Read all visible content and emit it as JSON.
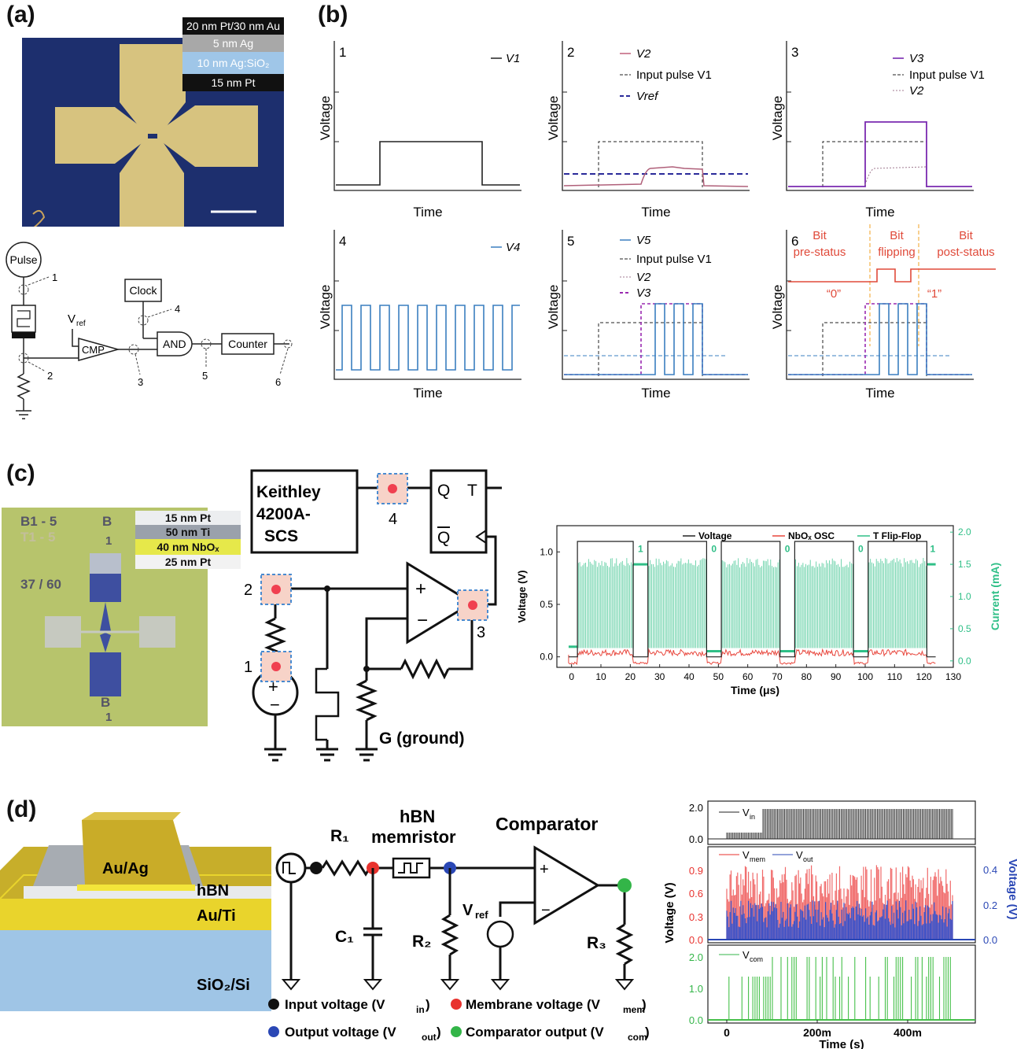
{
  "panels": {
    "a": "(a)",
    "b": "(b)",
    "c": "(c)",
    "d": "(d)"
  },
  "a": {
    "stack": [
      "20 nm Pt/30 nm Au",
      "5 nm Ag",
      "10 nm Ag:SiO₂",
      "15 nm Pt"
    ],
    "circuit": {
      "pulse": "Pulse",
      "vref": "V",
      "vref_sub": "ref",
      "cmp": "CMP",
      "clock": "Clock",
      "and": "AND",
      "counter": "Counter",
      "nodes": [
        "1",
        "2",
        "3",
        "4",
        "5",
        "6"
      ]
    }
  },
  "b": {
    "xlabel": "Time",
    "ylabel": "Voltage",
    "plots": [
      {
        "num": "1",
        "legend": [
          "V1"
        ]
      },
      {
        "num": "2",
        "legend": [
          "V2",
          "Input pulse V1",
          "Vref"
        ]
      },
      {
        "num": "3",
        "legend": [
          "V3",
          "Input pulse V1",
          "V2"
        ]
      },
      {
        "num": "4",
        "legend": [
          "V4"
        ]
      },
      {
        "num": "5",
        "legend": [
          "V5",
          "Input pulse V1",
          "V2",
          "V3"
        ]
      },
      {
        "num": "6",
        "annotations": [
          "Bit",
          "pre-status",
          "Bit",
          "flipping",
          "Bit",
          "post-status",
          "“0”",
          "“1”"
        ]
      }
    ]
  },
  "c": {
    "chip_labels": [
      "B1 - 5",
      "T1 - 5",
      "37 / 60",
      "B",
      "1",
      "B",
      "1"
    ],
    "stack": [
      "15 nm Pt",
      "50 nm Ti",
      "40 nm NbOₓ",
      "25 nm Pt"
    ],
    "keithley": [
      "Keithley",
      "4200A-",
      "SCS"
    ],
    "circuit_nodes": [
      "1",
      "2",
      "3",
      "4"
    ],
    "ff": {
      "q": "Q",
      "t": "T",
      "qbar": "Q"
    },
    "ground": "G (ground)",
    "plus": "+",
    "minus": "−"
  },
  "chart_data": [
    {
      "type": "line",
      "title": "",
      "xlabel": "Time (μs)",
      "ylabel": "Voltage (V)",
      "y2label": "Current (mA)",
      "xlim": [
        -5,
        130
      ],
      "ylim": [
        -0.1,
        1.25
      ],
      "y2lim": [
        -0.1,
        2.1
      ],
      "x_ticks": [
        0,
        10,
        20,
        30,
        40,
        50,
        60,
        70,
        80,
        90,
        100,
        110,
        120,
        130
      ],
      "y_ticks": [
        0.0,
        0.5,
        1.0
      ],
      "y2_ticks": [
        0.0,
        0.5,
        1.0,
        1.5,
        2.0
      ],
      "series": [
        {
          "name": "Voltage",
          "color": "#222222",
          "pulses": [
            [
              2,
              21
            ],
            [
              26,
              46
            ],
            [
              51,
              71
            ],
            [
              76,
              96
            ],
            [
              101,
              121
            ]
          ],
          "high": 1.1,
          "low": 0.0
        },
        {
          "name": "NbOₓ OSC",
          "color": "#e8463c"
        },
        {
          "name": "T Flip-Flop",
          "color": "#2fbf87"
        }
      ],
      "state_labels": [
        {
          "x": 23.5,
          "text": "1"
        },
        {
          "x": 48.5,
          "text": "0"
        },
        {
          "x": 73.5,
          "text": "0"
        },
        {
          "x": 98.5,
          "text": "0"
        },
        {
          "x": 123,
          "text": "1"
        }
      ],
      "legend": "top"
    },
    {
      "type": "line",
      "title": "",
      "xlabel": "Time (s)",
      "ylabel": "Voltage (V)",
      "y2label": "Voltage (V)",
      "x_ticks": [
        "0",
        "200m",
        "400m"
      ],
      "panels": [
        {
          "name": "Vin",
          "y_ticks": [
            "0.0",
            "2.0"
          ]
        },
        {
          "name": "Vmem / Vout",
          "y_ticks": [
            "0.0",
            "0.3",
            "0.6",
            "0.9"
          ],
          "y2_ticks": [
            "0.0",
            "0.2",
            "0.4"
          ],
          "series": [
            "Vmem",
            "Vout"
          ]
        },
        {
          "name": "Vcom",
          "y_ticks": [
            "0.0",
            "1.0",
            "2.0"
          ]
        }
      ]
    }
  ],
  "d": {
    "device": {
      "top": "Au/Ag",
      "mid": "hBN",
      "bottom": "Au/Ti",
      "sub": "SiO₂/Si"
    },
    "circuit": {
      "r1": "R₁",
      "memristor": [
        "hBN",
        "memristor"
      ],
      "comparator": "Comparator",
      "c1": "C₁",
      "r2": "R₂",
      "vref": "V",
      "vref_sub": "ref",
      "r3": "R₃"
    },
    "legend": [
      {
        "label": "Input voltage (V",
        "sub": "in",
        "color": "#111111"
      },
      {
        "label": "Membrane voltage (V",
        "sub": "mem",
        "color": "#e8322e"
      },
      {
        "label": "Output voltage (V",
        "sub": "out",
        "color": "#2a47b5"
      },
      {
        "label": "Comparator output (V",
        "sub": "com",
        "color": "#33b548"
      }
    ],
    "plot_labels": {
      "vin": "V",
      "vin_sub": "in",
      "vmem": "V",
      "vmem_sub": "mem",
      "vout": "V",
      "vout_sub": "out",
      "vcom": "V",
      "vcom_sub": "com"
    }
  }
}
